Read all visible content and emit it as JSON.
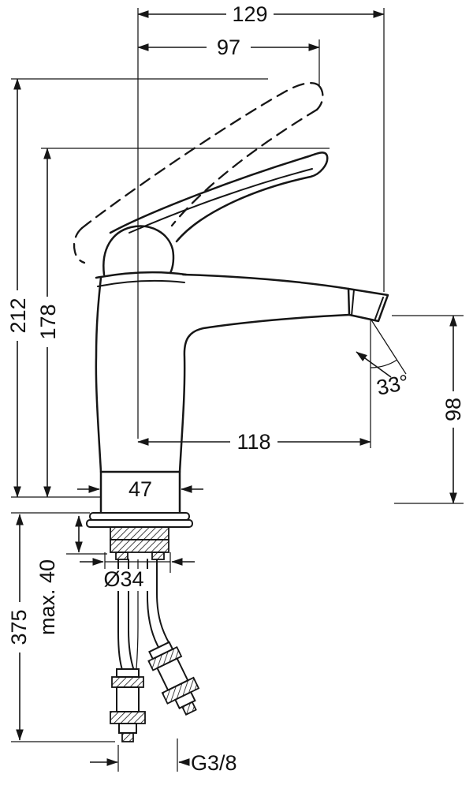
{
  "drawing": {
    "subject": "single-lever-basin-mixer-technical-drawing",
    "line_color": "#161616",
    "background": "#ffffff",
    "dimensions": {
      "total_projection": "129",
      "handle_projection": "97",
      "total_height": "212",
      "handle_rest_height": "178",
      "spout_reach": "118",
      "base_width": "47",
      "outlet_angle": "33°",
      "outlet_height": "98",
      "tailpiece_diameter": "Ø34",
      "max_mounting_thickness": "max. 40",
      "hose_length": "375",
      "connection_thread": "G3/8"
    }
  }
}
